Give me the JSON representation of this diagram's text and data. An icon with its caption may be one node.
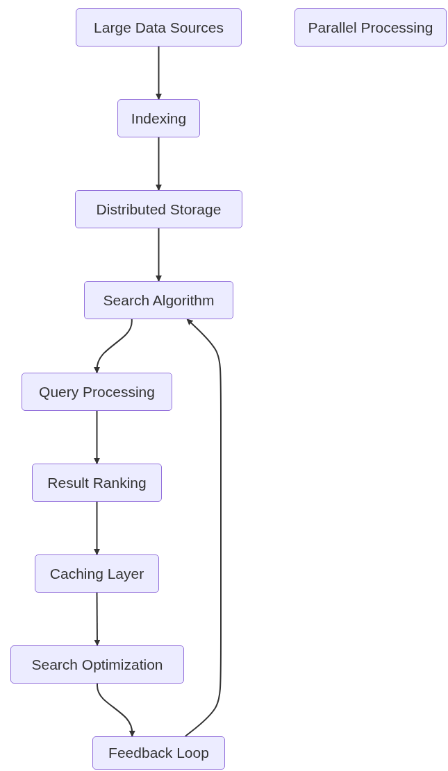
{
  "diagram": {
    "nodes": [
      {
        "text": [
          "Large Data Sources"
        ]
      },
      {
        "text": [
          "Parallel Processing"
        ]
      },
      {
        "text": [
          "Indexing"
        ]
      },
      {
        "text": [
          "Distributed Storage"
        ]
      },
      {
        "text": [
          "Search Algorithm"
        ]
      },
      {
        "text": [
          "Query Processing"
        ]
      },
      {
        "text": [
          "Result Ranking"
        ]
      },
      {
        "text": [
          "Caching Layer"
        ]
      },
      {
        "text": [
          "Search Optimization"
        ]
      },
      {
        "text": [
          "Feedback Loop"
        ]
      }
    ],
    "edges": [
      {
        "from": 0,
        "to": 2,
        "arrow": "to"
      },
      {
        "from": 2,
        "to": 3,
        "arrow": "to"
      },
      {
        "from": 3,
        "to": 4,
        "arrow": "to"
      },
      {
        "from": 4,
        "to": 5,
        "arrow": "to"
      },
      {
        "from": 5,
        "to": 6,
        "arrow": "to"
      },
      {
        "from": 6,
        "to": 7,
        "arrow": "to"
      },
      {
        "from": 7,
        "to": 8,
        "arrow": "to"
      },
      {
        "from": 8,
        "to": 9,
        "arrow": "to"
      },
      {
        "from": 9,
        "to": 4,
        "arrow": "to"
      }
    ]
  }
}
